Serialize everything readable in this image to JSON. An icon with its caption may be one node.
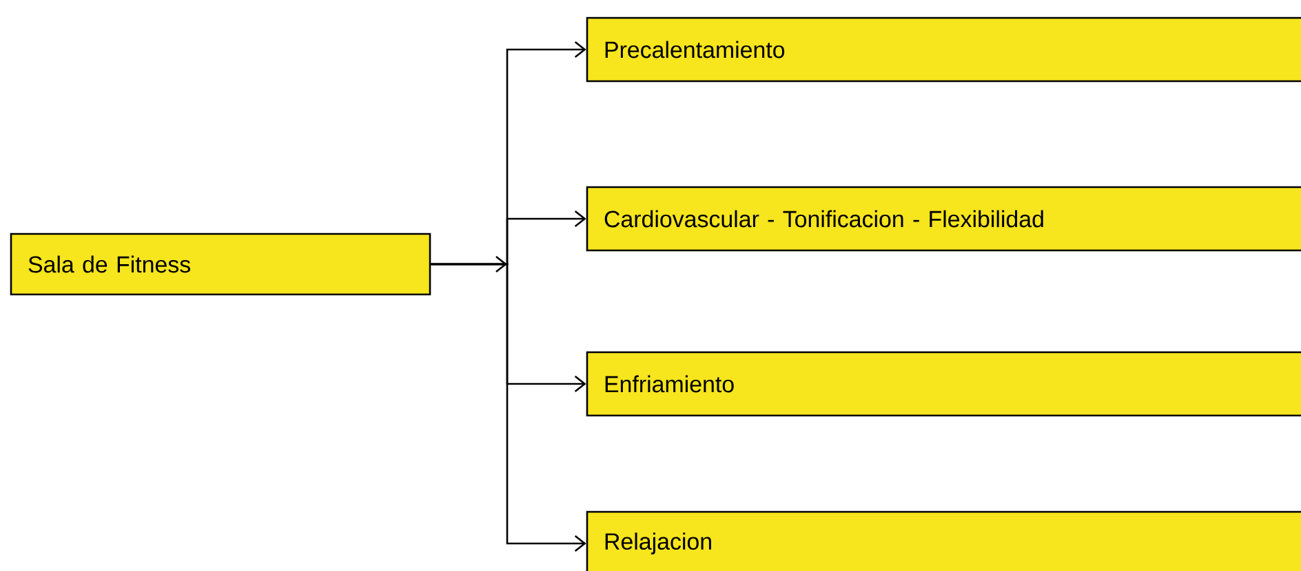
{
  "diagram": {
    "nodes": [
      {
        "text": [
          "Sala de Fitness"
        ]
      },
      {
        "text": [
          "Precalentamiento"
        ]
      },
      {
        "text": [
          "Cardiovascular - Tonificacion - Flexibilidad"
        ]
      },
      {
        "text": [
          "Enfriamiento"
        ]
      },
      {
        "text": [
          "Relajacion"
        ]
      }
    ],
    "edges": [
      {
        "from": 0,
        "to": 1,
        "arrow": "to"
      },
      {
        "from": 0,
        "to": 2,
        "arrow": "to"
      },
      {
        "from": 0,
        "to": 3,
        "arrow": "to"
      },
      {
        "from": 0,
        "to": 4,
        "arrow": "to"
      }
    ]
  }
}
